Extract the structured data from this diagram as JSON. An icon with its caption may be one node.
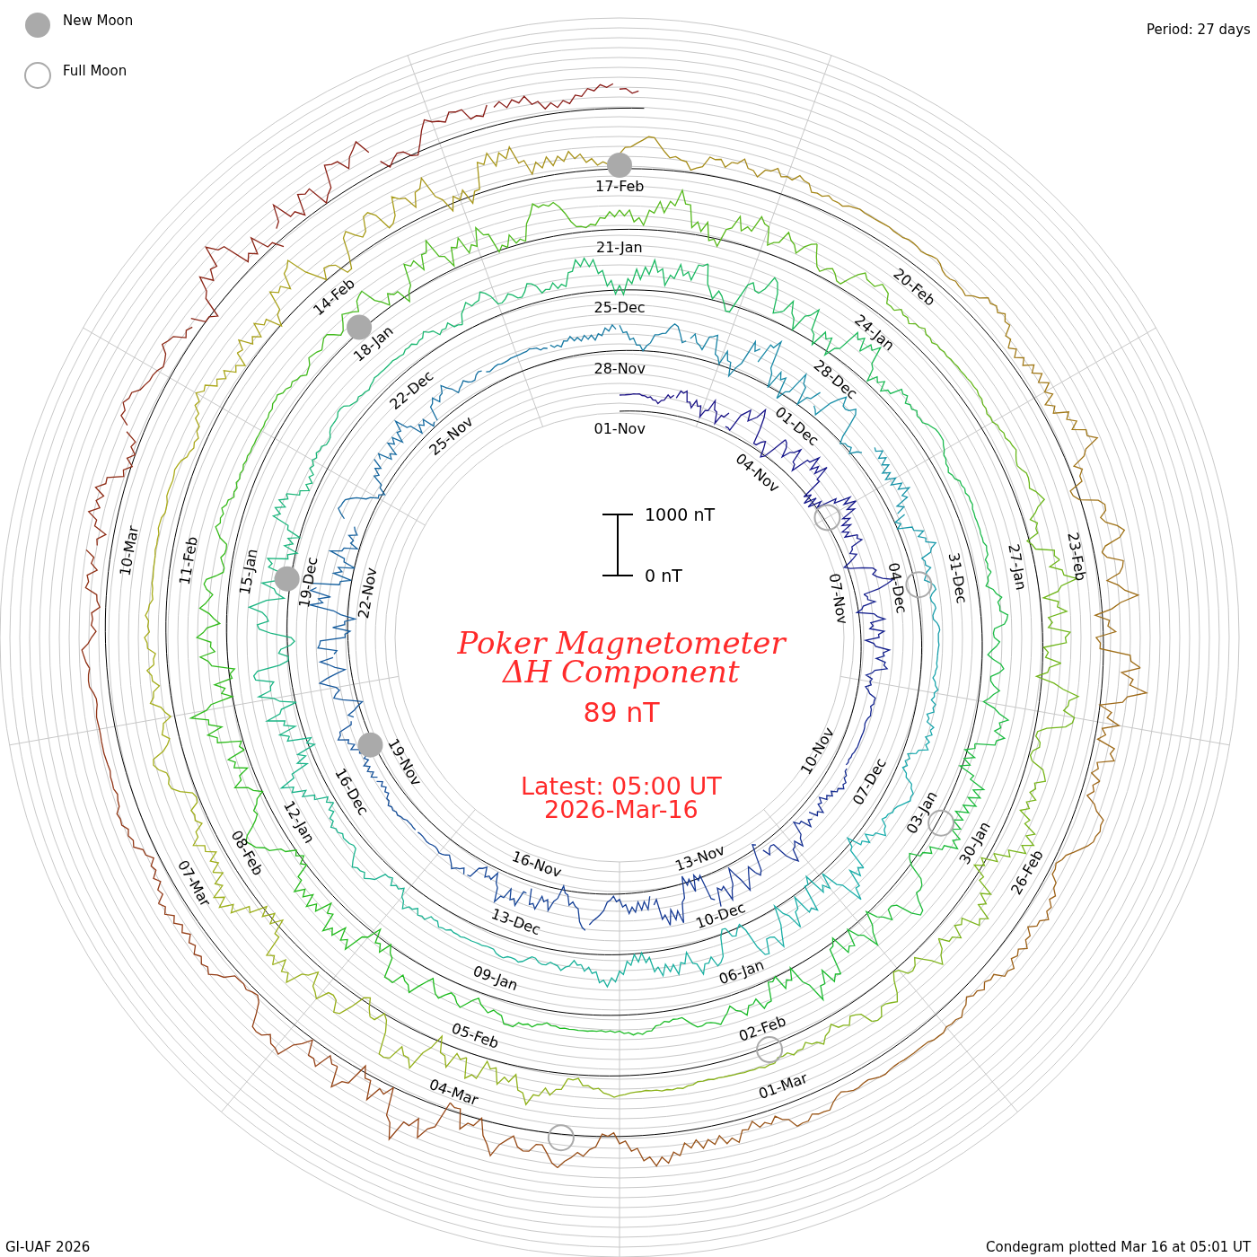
{
  "diagram": {
    "labels": [
      "Period: 27 days",
      "01-Nov",
      "04-Nov",
      "07-Nov",
      "10-Nov",
      "13-Nov",
      "16-Nov",
      "19-Nov",
      "22-Nov",
      "25-Nov",
      "28-Nov",
      "01-Dec",
      "04-Dec",
      "07-Dec",
      "10-Dec",
      "13-Dec",
      "16-Dec",
      "19-Dec",
      "22-Dec",
      "25-Dec",
      "28-Dec",
      "31-Dec",
      "03-Jan",
      "06-Jan",
      "09-Jan",
      "12-Jan",
      "15-Jan",
      "18-Jan",
      "21-Jan",
      "24-Jan",
      "27-Jan",
      "30-Jan",
      "02-Feb",
      "05-Feb",
      "08-Feb",
      "11-Feb",
      "14-Feb",
      "17-Feb",
      "20-Feb",
      "23-Feb",
      "26-Feb",
      "01-Mar",
      "04-Mar",
      "07-Mar",
      "10-Mar",
      "1000 nT",
      "0 nT",
      "Poker Magnetometer",
      "ΔH Component",
      "89 nT",
      "Latest: 05:00 UT",
      "2026-Mar-16",
      "GI-UAF 2026",
      "Condegram plotted Mar 16 at 05:01 UT"
    ],
    "legend": [
      {
        "text": "New Moon"
      },
      {
        "text": "Full Moon"
      }
    ]
  }
}
